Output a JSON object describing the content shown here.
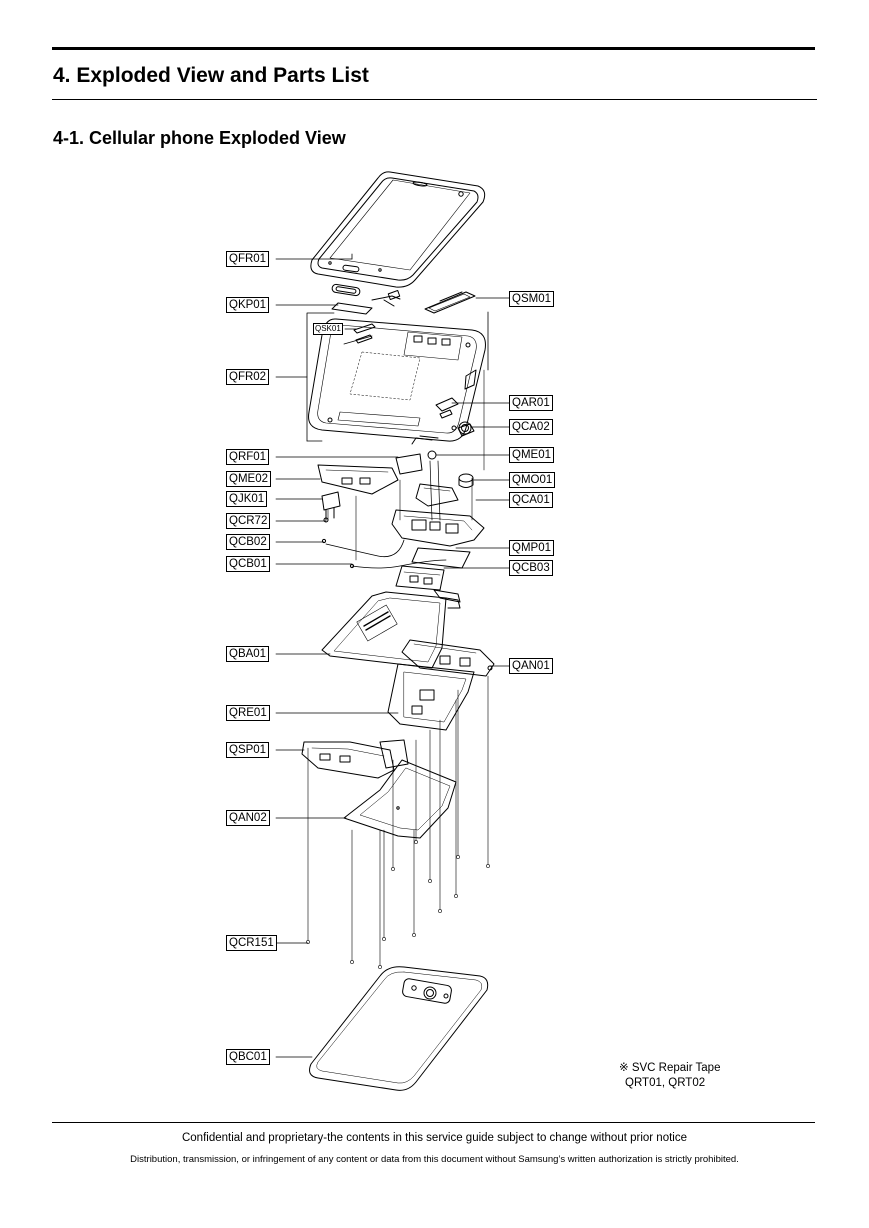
{
  "section_title": "4. Exploded View and Parts List",
  "subsection_title": "4-1. Cellular phone Exploded View",
  "labels": {
    "qfr01": "QFR01",
    "qkp01": "QKP01",
    "qsk01": "QSK01",
    "qfr02": "QFR02",
    "qrf01": "QRF01",
    "qme02": "QME02",
    "qjk01": "QJK01",
    "qcr72": "QCR72",
    "qcb02": "QCB02",
    "qcb01": "QCB01",
    "qba01": "QBA01",
    "qre01": "QRE01",
    "qsp01": "QSP01",
    "qan02": "QAN02",
    "qcr151": "QCR151",
    "qbc01": "QBC01",
    "qsm01": "QSM01",
    "qar01": "QAR01",
    "qca02": "QCA02",
    "qme01": "QME01",
    "qmo01": "QMO01",
    "qca01": "QCA01",
    "qmp01": "QMP01",
    "qcb03": "QCB03",
    "qan01": "QAN01"
  },
  "repair_note": {
    "line1": "※ SVC Repair Tape",
    "line2": "QRT01, QRT02"
  },
  "footer": {
    "confidential": "Confidential and proprietary-the contents in this service guide subject to change without prior notice",
    "distribution": "Distribution, transmission, or infringement of any content or data from this document without Samsung’s written authorization is strictly prohibited."
  }
}
